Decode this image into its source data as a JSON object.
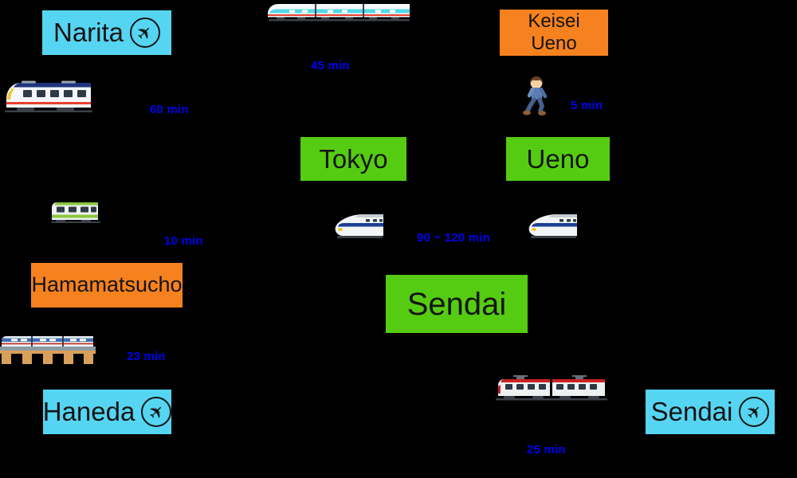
{
  "diagram": {
    "background_color": "#000000",
    "colors": {
      "airport_box": "#55D5F2",
      "private_line_box": "#F6821F",
      "jr_station_box": "#55CC11",
      "time_label_text": "#0000F0",
      "box_text": "#141414"
    },
    "nodes": {
      "narita": {
        "label": "Narita",
        "has_airplane_icon": true
      },
      "keisei_ueno": {
        "label": "Keisei\nUeno",
        "has_airplane_icon": false
      },
      "tokyo": {
        "label": "Tokyo",
        "has_airplane_icon": false
      },
      "ueno": {
        "label": "Ueno",
        "has_airplane_icon": false
      },
      "hamamatsucho": {
        "label": "Hamamatsucho",
        "has_airplane_icon": false
      },
      "sendai_station": {
        "label": "Sendai",
        "has_airplane_icon": false
      },
      "haneda": {
        "label": "Haneda",
        "has_airplane_icon": true
      },
      "sendai_airport": {
        "label": "Sendai",
        "has_airplane_icon": true
      }
    },
    "times": {
      "skyliner": "45 min",
      "narita_express": "60 min",
      "walk": "5 min",
      "yamanote": "10 min",
      "shinkansen": "90 ~ 120 min",
      "monorail": "23 min",
      "sendai_access": "25 min"
    },
    "icons": {
      "airplane_glyph": "✈",
      "skyliner": "skyliner-train-icon",
      "narita_express": "narita-express-train-icon",
      "walking_person": "walking-person-icon",
      "yamanote": "yamanote-line-train-icon",
      "shinkansen": "shinkansen-bullet-train-icon",
      "monorail": "monorail-icon",
      "sendai_access": "sendai-airport-access-train-icon"
    }
  }
}
